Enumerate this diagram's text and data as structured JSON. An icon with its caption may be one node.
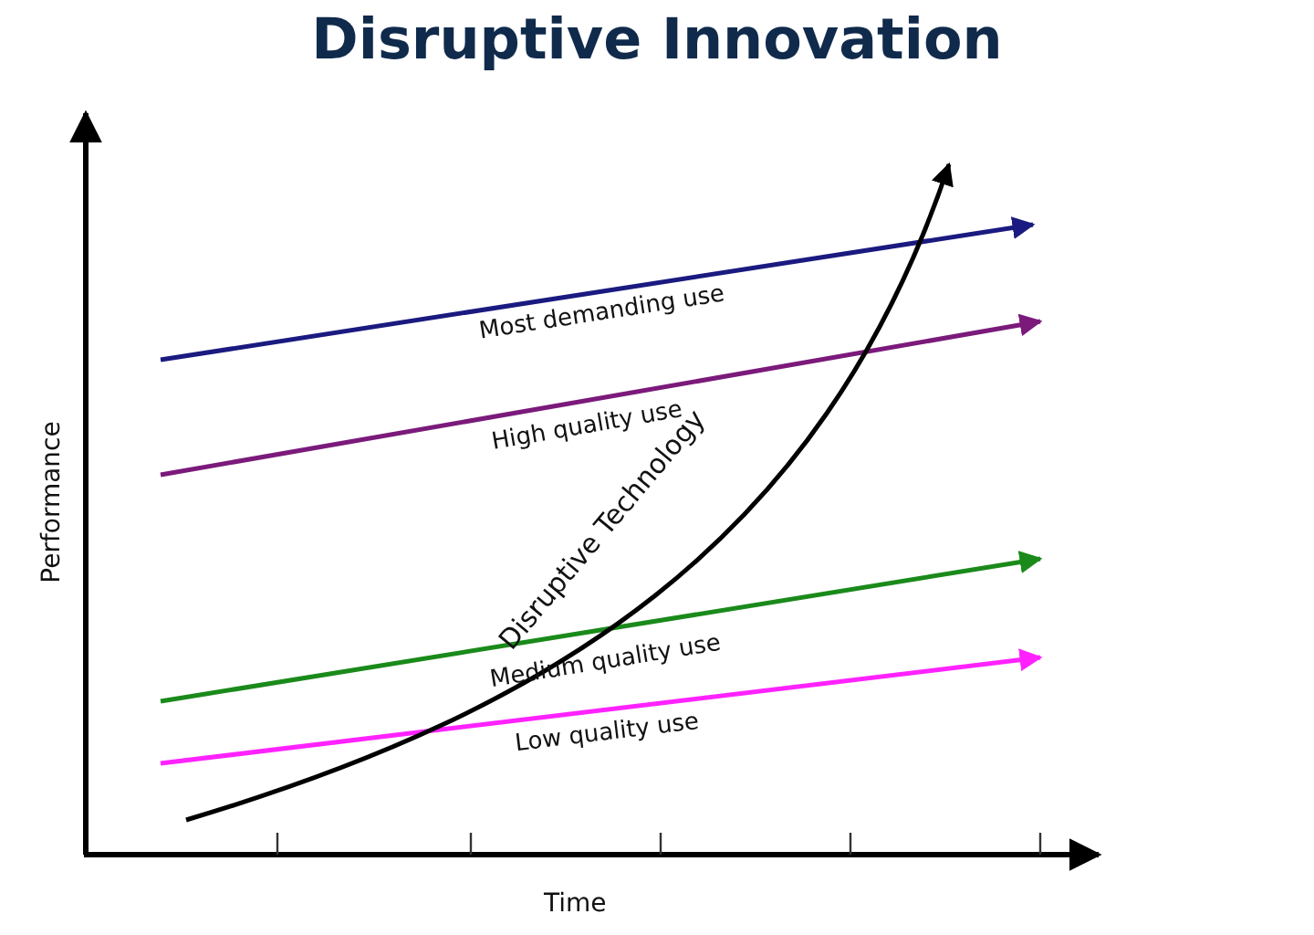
{
  "diagram": {
    "title": "Disruptive Innovation",
    "labels": [
      "Most demanding use",
      "High quality use",
      "Disruptive Technology",
      "Performance",
      "Medium quality use",
      "Low quality use",
      "Time"
    ]
  }
}
